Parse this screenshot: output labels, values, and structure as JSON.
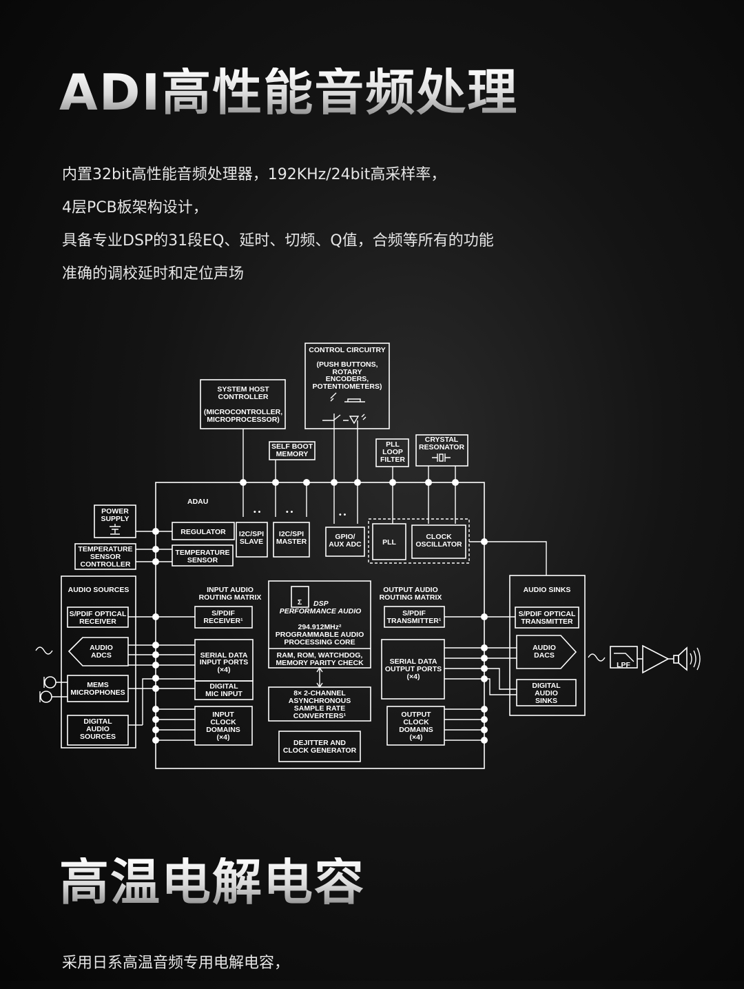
{
  "section1": {
    "title": "ADI高性能音频处理",
    "lines": [
      "内置32bit高性能音频处理器，192KHz/24bit高采样率，",
      "4层PCB板架构设计，",
      "具备专业DSP的31段EQ、延时、切频、Q值，合频等所有的功能",
      "准确的调校延时和定位声场"
    ]
  },
  "diagram": {
    "control_circuitry": [
      "CONTROL CIRCUITRY",
      "(PUSH BUTTONS,",
      "ROTARY",
      "ENCODERS,",
      "POTENTIOMETERS)"
    ],
    "system_host": [
      "SYSTEM HOST",
      "CONTROLLER",
      "(MICROCONTROLLER,",
      "MICROPROCESSOR)"
    ],
    "self_boot": [
      "SELF BOOT",
      "MEMORY"
    ],
    "pll_filter": [
      "PLL",
      "LOOP",
      "FILTER"
    ],
    "crystal": [
      "CRYSTAL",
      "RESONATOR"
    ],
    "adau": "ADAU",
    "power_supply": [
      "POWER",
      "SUPPLY"
    ],
    "regulator": "REGULATOR",
    "i2c_slave": [
      "I2C/SPI",
      "SLAVE"
    ],
    "i2c_master": [
      "I2C/SPI",
      "MASTER"
    ],
    "gpio": [
      "GPIO/",
      "AUX ADC"
    ],
    "pll": "PLL",
    "clock_osc": [
      "CLOCK",
      "OSCILLATOR"
    ],
    "temp_ctrl": [
      "TEMPERATURE",
      "SENSOR",
      "CONTROLLER"
    ],
    "temp_sensor": [
      "TEMPERATURE",
      "SENSOR"
    ],
    "audio_sources": "AUDIO SOURCES",
    "spdif_rx_src": [
      "S/PDIF OPTICAL",
      "RECEIVER"
    ],
    "audio_adcs": [
      "AUDIO",
      "ADCS"
    ],
    "mems": [
      "MEMS",
      "MICROPHONES"
    ],
    "digital_sources": [
      "DIGITAL",
      "AUDIO",
      "SOURCES"
    ],
    "input_matrix": [
      "INPUT AUDIO",
      "ROUTING MATRIX"
    ],
    "spdif_receiver": [
      "S/PDIF",
      "RECEIVER¹"
    ],
    "serial_in": [
      "SERIAL DATA",
      "INPUT PORTS",
      "(×4)"
    ],
    "digital_mic": [
      "DIGITAL",
      "MIC INPUT"
    ],
    "input_clock": [
      "INPUT",
      "CLOCK",
      "DOMAINS",
      "(×4)"
    ],
    "dsp_logo": "DSP",
    "dsp_sub": "PERFORMANCE AUDIO",
    "dsp_core": [
      "294.912MHz²",
      "PROGRAMMABLE AUDIO",
      "PROCESSING CORE"
    ],
    "dsp_mem": [
      "RAM, ROM, WATCHDOG,",
      "MEMORY PARITY CHECK"
    ],
    "src": [
      "8× 2-CHANNEL",
      "ASYNCHRONOUS",
      "SAMPLE RATE",
      "CONVERTERS¹"
    ],
    "dejitter": [
      "DEJITTER AND",
      "CLOCK GENERATOR"
    ],
    "output_matrix": [
      "OUTPUT AUDIO",
      "ROUTING MATRIX"
    ],
    "spdif_transmitter": [
      "S/PDIF",
      "TRANSMITTER¹"
    ],
    "serial_out": [
      "SERIAL DATA",
      "OUTPUT PORTS",
      "(×4)"
    ],
    "output_clock": [
      "OUTPUT",
      "CLOCK",
      "DOMAINS",
      "(×4)"
    ],
    "audio_sinks": "AUDIO SINKS",
    "spdif_tx_sink": [
      "S/PDIF OPTICAL",
      "TRANSMITTER"
    ],
    "audio_dacs": [
      "AUDIO",
      "DACS"
    ],
    "digital_sinks": [
      "DIGITAL",
      "AUDIO",
      "SINKS"
    ],
    "lpf": "LPF"
  },
  "section2": {
    "title": "高温电解电容",
    "lines": [
      "采用日系高温音频专用电解电容，"
    ]
  }
}
